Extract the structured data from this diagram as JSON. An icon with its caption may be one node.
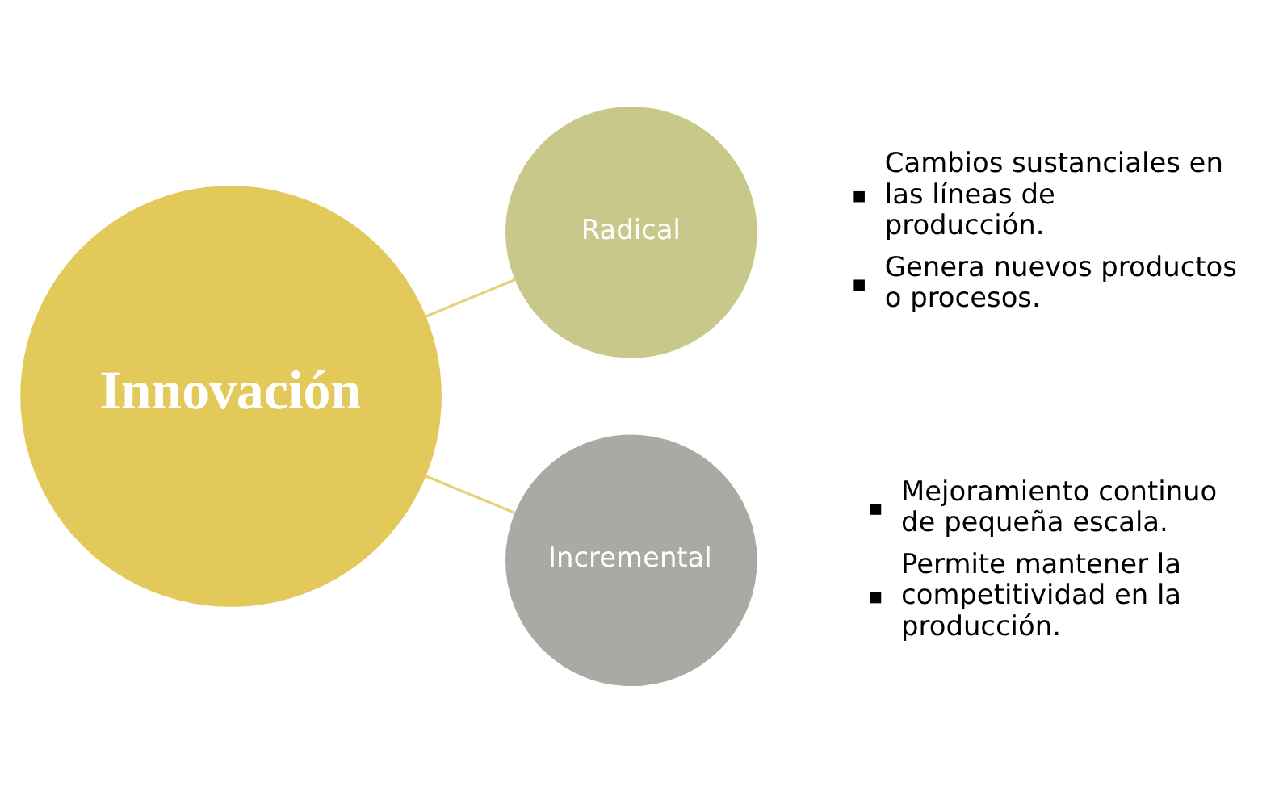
{
  "diagram": {
    "nodes": [
      {
        "text": [
          "Innovación"
        ]
      },
      {
        "text": [
          "Radical"
        ],
        "beside": [
          "Cambios sustanciales en las líneas de producción.",
          "Genera nuevos productos o procesos."
        ]
      },
      {
        "text": [
          "Incremental"
        ],
        "beside": [
          "Mejoramiento continuo de pequeña escala.",
          "Permite mantener la competitividad en la producción."
        ]
      }
    ],
    "edges": [
      {
        "from": 0,
        "to": 1,
        "arrow": "none",
        "color": "#e6d27a"
      },
      {
        "from": 0,
        "to": 2,
        "arrow": "none",
        "color": "#e6d27a"
      }
    ]
  }
}
